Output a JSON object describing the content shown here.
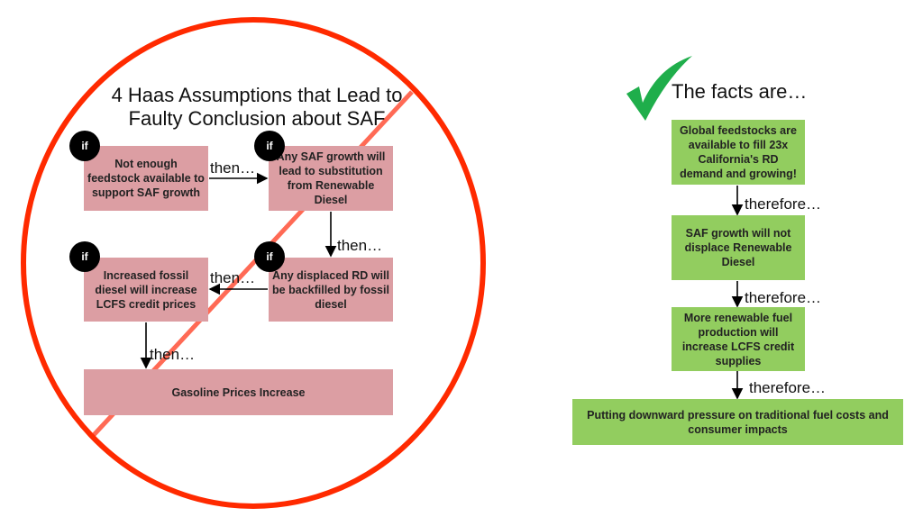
{
  "left_panel": {
    "title_line1": "4 Haas Assumptions that Lead to",
    "title_line2": "Faulty Conclusion about SAF",
    "badge_label": "if",
    "connector_label": "then…",
    "boxes": [
      {
        "text": "Not enough feedstock available to support SAF growth"
      },
      {
        "text": "Any SAF growth will lead to substitution from Renewable Diesel"
      },
      {
        "text": "Any displaced RD will be backfilled by fossil diesel"
      },
      {
        "text": "Increased fossil diesel will increase LCFS credit prices"
      },
      {
        "text": "Gasoline Prices Increase"
      }
    ],
    "prohibition_color": "#ff2a00"
  },
  "right_panel": {
    "title": "The facts are…",
    "check_color": "#1fae4b",
    "connector_label": "therefore…",
    "boxes": [
      {
        "text": "Global feedstocks are available to fill 23x California's RD demand and growing!"
      },
      {
        "text": "SAF growth will not displace Renewable Diesel"
      },
      {
        "text": "More renewable fuel production will increase LCFS credit supplies"
      },
      {
        "text": "Putting downward pressure on traditional fuel costs and consumer impacts"
      }
    ]
  }
}
